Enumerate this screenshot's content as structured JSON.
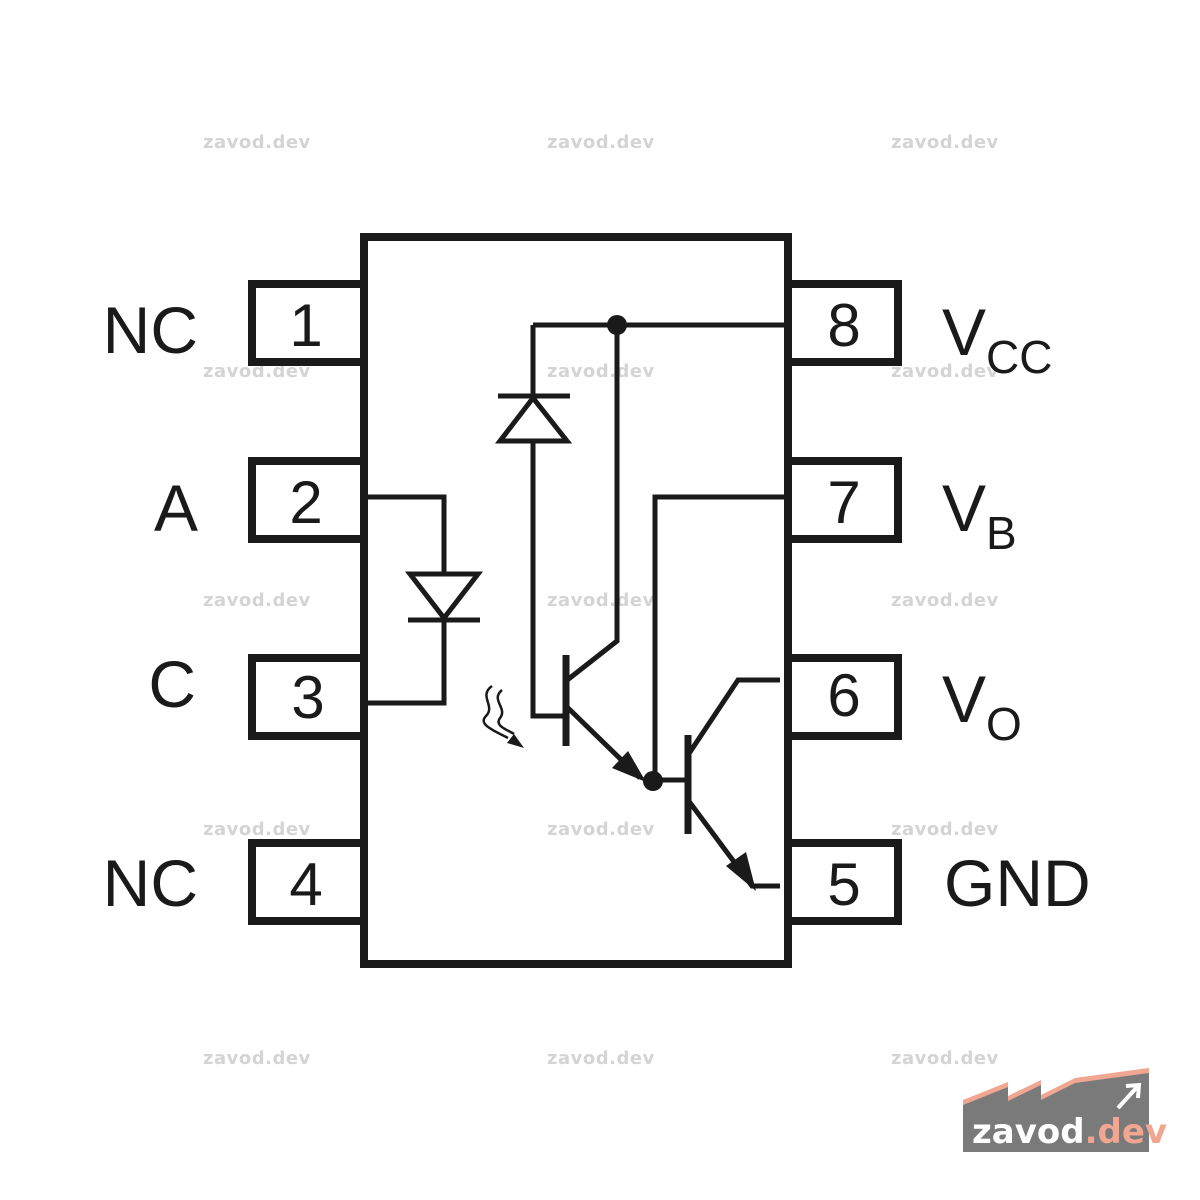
{
  "pins": [
    {
      "number": "1",
      "label": "NC",
      "sub": ""
    },
    {
      "number": "2",
      "label": "A",
      "sub": ""
    },
    {
      "number": "3",
      "label": "C",
      "sub": ""
    },
    {
      "number": "4",
      "label": "NC",
      "sub": ""
    },
    {
      "number": "5",
      "label": "GND",
      "sub": ""
    },
    {
      "number": "6",
      "label": "V",
      "sub": "O"
    },
    {
      "number": "7",
      "label": "V",
      "sub": "B"
    },
    {
      "number": "8",
      "label": "V",
      "sub": "CC"
    }
  ],
  "watermark": {
    "text": "zavod.dev",
    "color": "#d4d4d4"
  },
  "logo": {
    "part1": "zavod",
    "part2": ".dev",
    "bg_color": "#7a7a7a",
    "accent_color": "#f0a690"
  },
  "colors": {
    "line": "#1a1a1a",
    "background": "#ffffff"
  }
}
